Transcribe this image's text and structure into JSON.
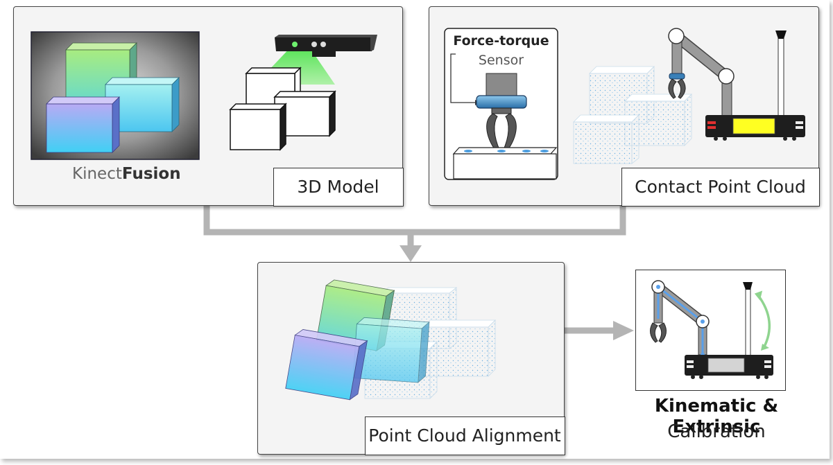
{
  "panels": {
    "model": {
      "label": "3D Model",
      "kinect_prefix": "Kinect",
      "kinect_bold": "Fusion"
    },
    "contact": {
      "label": "Contact Point Cloud",
      "sensor_title": "Force-torque",
      "sensor_sub": "Sensor"
    },
    "alignment": {
      "label": "Point Cloud Alignment"
    },
    "calibration": {
      "title_bold": "Kinematic & Extrinsic",
      "title_sub": "Calibration"
    }
  },
  "colors": {
    "connector": "#b4b4b4",
    "panel_bg": "#f4f4f4",
    "sensor_green": "#7ee07e",
    "robot_yellow": "#ffff22",
    "robot_red": "#e03030",
    "calib_arrow": "#8fd48f",
    "highlight_blue": "#5aa0ea"
  }
}
